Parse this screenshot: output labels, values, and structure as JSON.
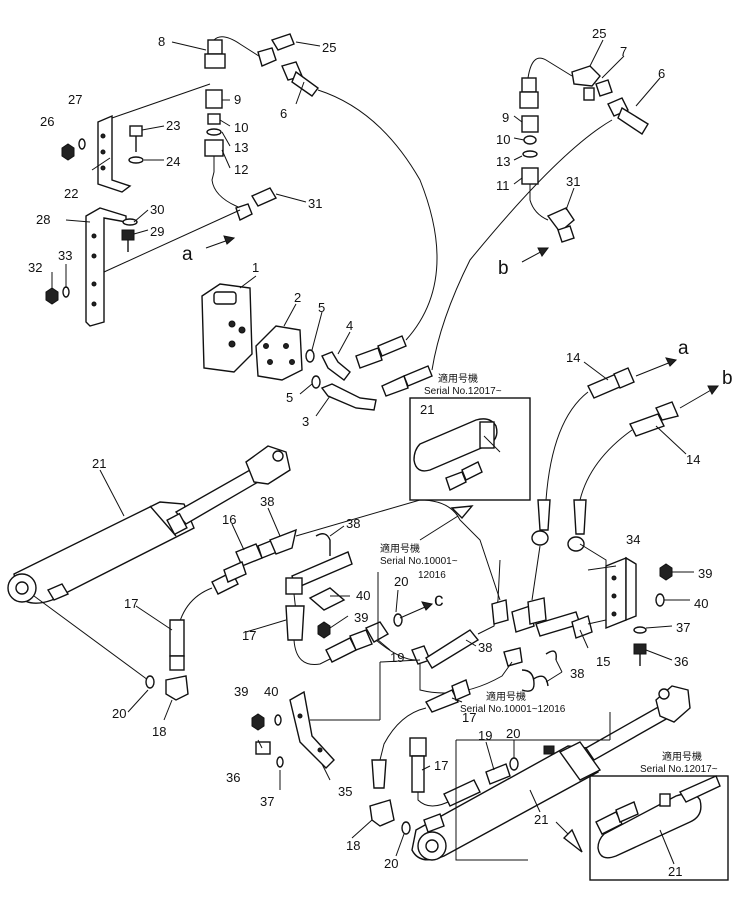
{
  "callouts": {
    "n1": "1",
    "n2": "2",
    "n3": "3",
    "n4": "4",
    "n5a": "5",
    "n5b": "5",
    "n6a": "6",
    "n6b": "6",
    "n7": "7",
    "n8": "8",
    "n9a": "9",
    "n9b": "9",
    "n10a": "10",
    "n10b": "10",
    "n11": "11",
    "n12": "12",
    "n13a": "13",
    "n13b": "13",
    "n14a": "14",
    "n14b": "14",
    "n15": "15",
    "n16": "16",
    "n17a": "17",
    "n17b": "17",
    "n17c": "17",
    "n17d": "17",
    "n18a": "18",
    "n18b": "18",
    "n19a": "19",
    "n19b": "19",
    "n20a": "20",
    "n20b": "20",
    "n20c": "20",
    "n20d": "20",
    "n21a": "21",
    "n21b": "21",
    "n21c": "21",
    "n21d": "21",
    "n22": "22",
    "n23": "23",
    "n24": "24",
    "n25a": "25",
    "n25b": "25",
    "n26": "26",
    "n27": "27",
    "n28": "28",
    "n29": "29",
    "n30": "30",
    "n31a": "31",
    "n31b": "31",
    "n32": "32",
    "n33": "33",
    "n34": "34",
    "n35": "35",
    "n36a": "36",
    "n36b": "36",
    "n37a": "37",
    "n37b": "37",
    "n38a": "38",
    "n38b": "38",
    "n38c": "38",
    "n38d": "38",
    "n39a": "39",
    "n39b": "39",
    "n39c": "39",
    "n40a": "40",
    "n40b": "40",
    "n40c": "40"
  },
  "letters": {
    "a1": "a",
    "a2": "a",
    "b1": "b",
    "b2": "b",
    "c1": "c"
  },
  "serial_notes": {
    "kanji": "適用号機",
    "s1": "Serial No.12017~",
    "s2": "Serial No.10001~",
    "s2b": "12016",
    "s3": "Serial No.10001~12016",
    "s4": "Serial No.12017~"
  }
}
